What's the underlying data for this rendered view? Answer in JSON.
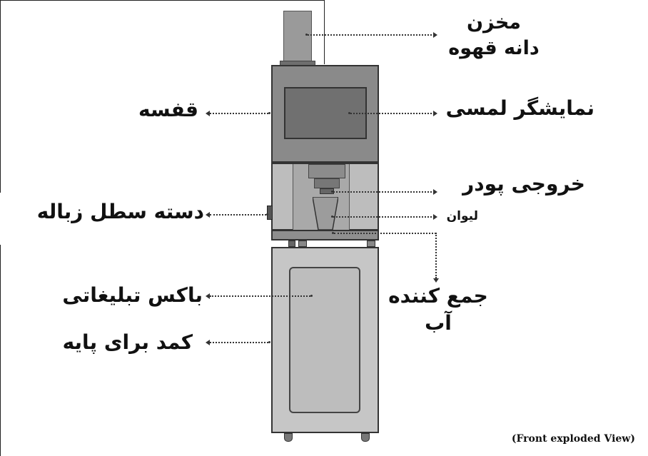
{
  "labels": {
    "bean_hopper": "مخزن\nدانه قهوه",
    "touch_screen": "نمایشگر لمسی",
    "shelf": "قفسه",
    "powder_outlet": "خروجی پودر",
    "cup": "لیوان",
    "trash_handle": "دسته سطل زباله",
    "water_collector": "جمع کننده\nآب",
    "ad_box": "باکس تبلیغاتی",
    "base_cabinet": "کمد برای پایه"
  },
  "caption": "(Front exploded View)"
}
